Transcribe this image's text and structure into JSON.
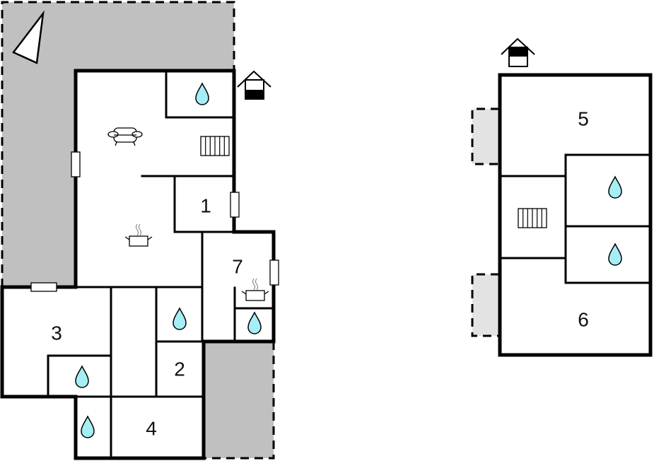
{
  "colors": {
    "terrace": "#c0c0c0",
    "balcony": "#e3e3e3",
    "water_drop": "#a6eef5",
    "wall": "#000000",
    "background": "#ffffff"
  },
  "ground_floor": {
    "rooms": [
      {
        "id": "1",
        "label": "1"
      },
      {
        "id": "2",
        "label": "2"
      },
      {
        "id": "3",
        "label": "3"
      },
      {
        "id": "4",
        "label": "4"
      },
      {
        "id": "7",
        "label": "7"
      }
    ],
    "icons": [
      "compass-arrow",
      "entrance-icon",
      "water-drop",
      "sofa-icon",
      "stairs-icon",
      "cooking-pot-icon"
    ]
  },
  "upper_floor": {
    "rooms": [
      {
        "id": "5",
        "label": "5"
      },
      {
        "id": "6",
        "label": "6"
      }
    ],
    "icons": [
      "entrance-icon",
      "stairs-icon",
      "water-drop"
    ]
  }
}
